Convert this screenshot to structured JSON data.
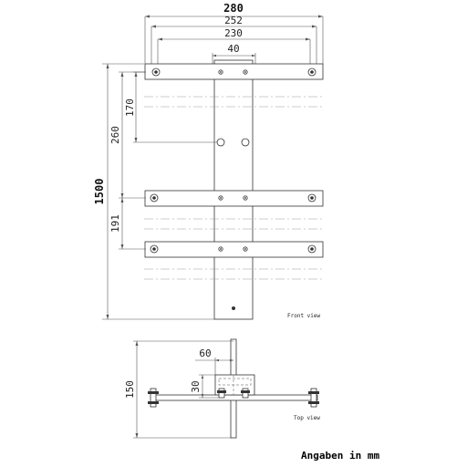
{
  "drawing": {
    "front_view": {
      "label": "Front view",
      "dimensions": {
        "total_width": "280",
        "width_252": "252",
        "width_230": "230",
        "width_40": "40",
        "height_total": "1500",
        "height_260": "260",
        "height_170": "170",
        "height_191": "191"
      }
    },
    "top_view": {
      "label": "Top view",
      "dimensions": {
        "depth": "150",
        "width_60": "60",
        "height_30": "30"
      }
    },
    "footer_note": "Angaben in mm"
  }
}
